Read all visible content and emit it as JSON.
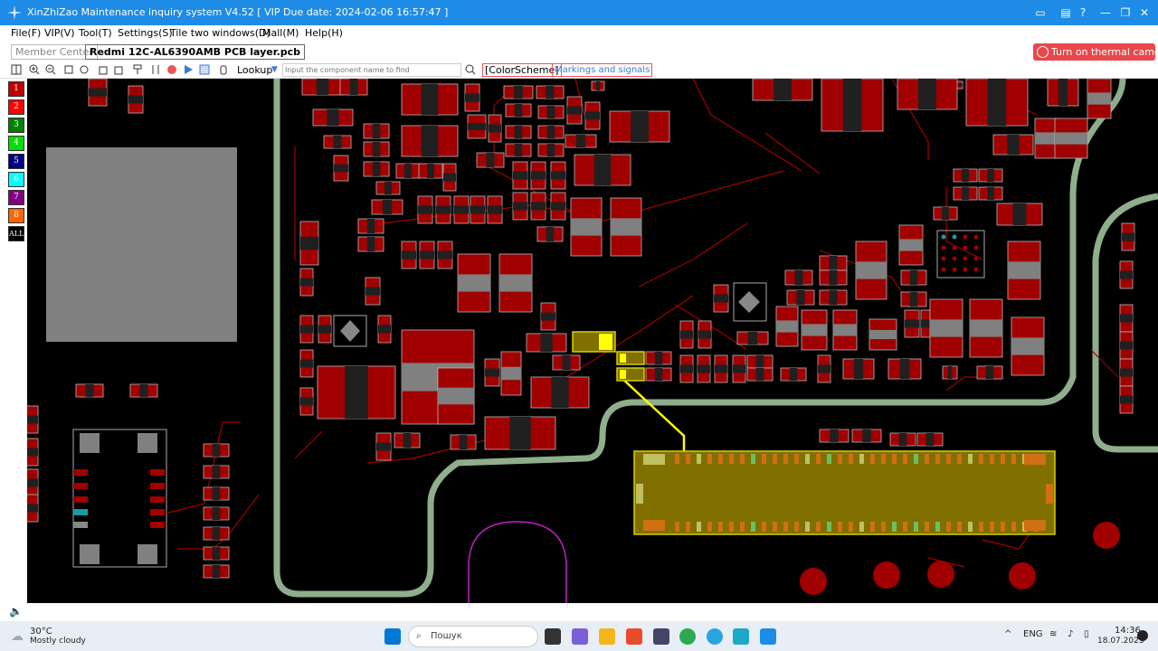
{
  "app": {
    "title": "XinZhiZao Maintenance inquiry system V4.52 [ VIP Due date: 2024-02-06 16:57:47 ]"
  },
  "menu": [
    "File(F)",
    "VIP(V)",
    "Tool(T)",
    "Settings(S)",
    "Tile two windows(D)",
    "Mall(M)",
    "Help(H)"
  ],
  "tabs": {
    "member_center": "Member Center",
    "active_file": "Redmi 12C-AL6390AMB PCB layer.pcb",
    "thermal_button": "Turn on thermal camera"
  },
  "toolbar": {
    "lookup_label": "Lookup",
    "lookup_placeholder": "Input the component name to find",
    "color_scheme": "[ColorScheme]",
    "markings": "Markings and signals"
  },
  "layers": [
    {
      "label": "1",
      "color": "#c00000"
    },
    {
      "label": "2",
      "color": "#ff0000"
    },
    {
      "label": "3",
      "color": "#008000"
    },
    {
      "label": "4",
      "color": "#00e000"
    },
    {
      "label": "5",
      "color": "#000080"
    },
    {
      "label": "6",
      "color": "#00ffff"
    },
    {
      "label": "7",
      "color": "#800080"
    },
    {
      "label": "8",
      "color": "#ff6600"
    },
    {
      "label": "ALL",
      "color": "#000000"
    }
  ],
  "colors": {
    "titlebar": "#1e8ce6",
    "board_bg": "#000000",
    "pad": "#a00000",
    "outline": "#8fae8c",
    "highlight": "#ffff00",
    "connector": "#807000"
  },
  "taskbar": {
    "temperature": "30°C",
    "weather": "Mostly cloudy",
    "search": "Пошук",
    "lang": "ENG",
    "time": "14:36",
    "date": "18.07.2023"
  }
}
